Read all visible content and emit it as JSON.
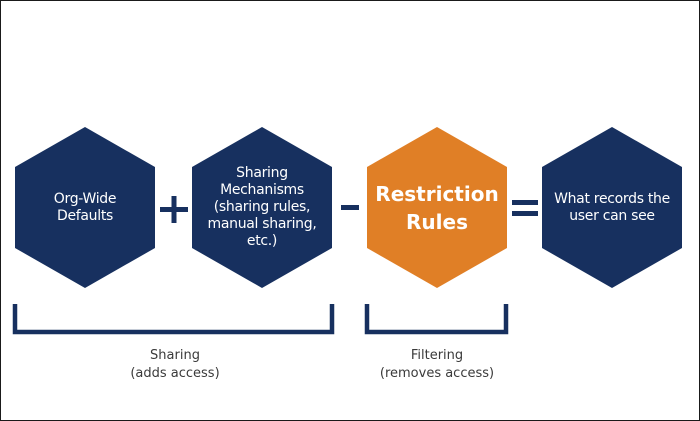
{
  "diagram": {
    "colors": {
      "navy": "#17305f",
      "orange": "#e07f26",
      "text_light": "#ffffff",
      "caption_text": "#3a3a3a"
    },
    "nodes": [
      {
        "id": "org-wide-defaults",
        "label": "Org-Wide\nDefaults",
        "color": "navy"
      },
      {
        "id": "sharing-mechanisms",
        "label": "Sharing\nMechanisms\n(sharing rules,\nmanual sharing,\netc.)",
        "color": "navy"
      },
      {
        "id": "restriction-rules",
        "label": "Restriction\nRules",
        "color": "orange"
      },
      {
        "id": "visible-records",
        "label": "What records the\nuser can see",
        "color": "navy"
      }
    ],
    "operators": [
      {
        "id": "plus",
        "symbol": "+"
      },
      {
        "id": "minus",
        "symbol": "-"
      },
      {
        "id": "equals",
        "symbol": "="
      }
    ],
    "groups": [
      {
        "id": "sharing",
        "title": "Sharing",
        "subtitle": "(adds access)",
        "caption": "Sharing\n(adds access)"
      },
      {
        "id": "filtering",
        "title": "Filtering",
        "subtitle": "(removes access)",
        "caption": "Filtering\n(removes access)"
      }
    ]
  }
}
